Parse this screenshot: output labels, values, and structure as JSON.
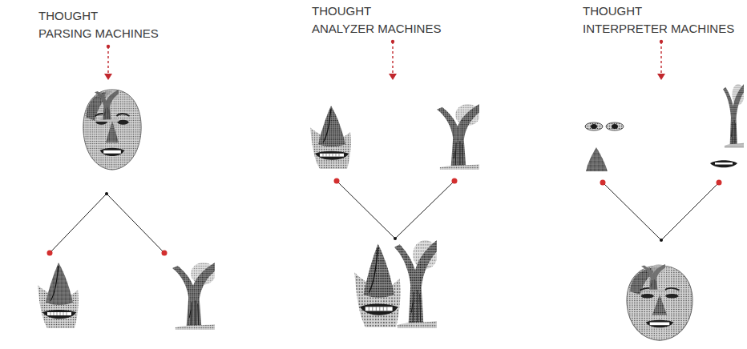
{
  "diagram": {
    "labels": [
      "THOUGHT PARSING MACHINES",
      "THOUGHT ANALYZER MACHINES",
      "THOUGHT INTERPRETER MACHINES"
    ]
  }
}
